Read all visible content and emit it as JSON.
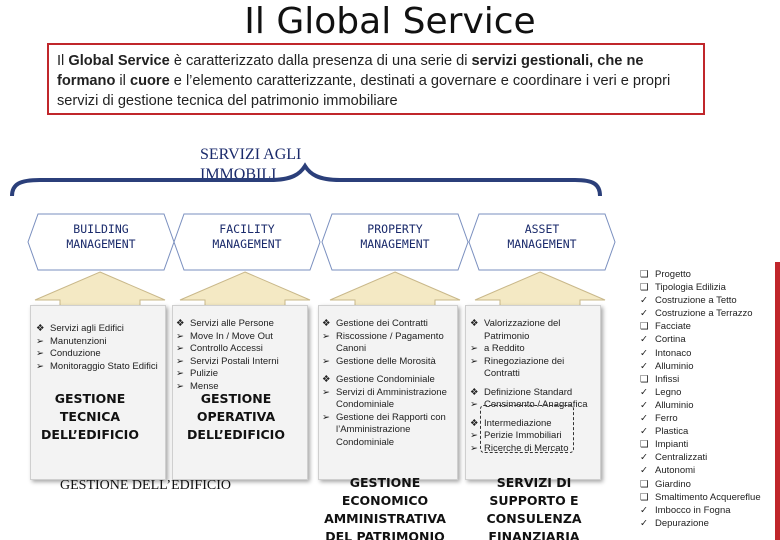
{
  "title": "Il Global Service",
  "intro": {
    "p1": "Il ",
    "b1": "Global Service",
    "p2": " è caratterizzato dalla presenza di una serie di ",
    "b2": "servizi gestionali, che ne formano",
    "p3": " il ",
    "b3": "cuore",
    "p4": " e l’elemento caratterizzante, destinati a governare e coordinare i veri e propri servizi di gestione tecnica del patrimonio immobiliare"
  },
  "servizi_label": "SERVIZI AGLI IMMOBILI",
  "managements": [
    {
      "line1": "BUILDING",
      "line2": "MANAGEMENT"
    },
    {
      "line1": "FACILITY",
      "line2": "MANAGEMENT"
    },
    {
      "line1": "PROPERTY",
      "line2": "MANAGEMENT"
    },
    {
      "line1": "ASSET",
      "line2": "MANAGEMENT"
    }
  ],
  "columns": [
    {
      "items": [
        {
          "marker": "❖",
          "text": "Servizi agli Edifici"
        },
        {
          "marker": "➢",
          "text": "Manutenzioni"
        },
        {
          "marker": "➢",
          "text": "Conduzione"
        },
        {
          "marker": "➢",
          "text": "Monitoraggio Stato Edifici"
        }
      ],
      "footer": "GESTIONE TECNICA DELL’EDIFICIO"
    },
    {
      "items": [
        {
          "marker": "❖",
          "text": "Servizi alle Persone"
        },
        {
          "marker": "➢",
          "text": "Move In / Move Out"
        },
        {
          "marker": "➢",
          "text": "Controllo Accessi"
        },
        {
          "marker": "➢",
          "text": "Servizi Postali Interni"
        },
        {
          "marker": "➢",
          "text": "Pulizie"
        },
        {
          "marker": "➢",
          "text": "Mense"
        }
      ],
      "footer": "GESTIONE OPERATIVA DELL’EDIFICIO"
    },
    {
      "items": [
        {
          "marker": "❖",
          "text": "Gestione dei Contratti"
        },
        {
          "marker": "➢",
          "text": "Riscossione / Pagamento Canoni"
        },
        {
          "marker": "➢",
          "text": "Gestione delle Morosità"
        },
        {
          "marker": "❖",
          "text": "Gestione Condominiale"
        },
        {
          "marker": "➢",
          "text": "Servizi di Amministrazione Condominiale"
        },
        {
          "marker": "➢",
          "text": "Gestione dei Rapporti con l’Amministrazione Condominiale"
        }
      ],
      "footer": "GESTIONE ECONOMICO AMMINISTRATIVA DEL PATRIMONIO"
    },
    {
      "items": [
        {
          "marker": "❖",
          "text": "Valorizzazione del Patrimonio"
        },
        {
          "marker": "➢",
          "text": "a Reddito"
        },
        {
          "marker": "➢",
          "text": "Rinegoziazione dei Contratti"
        },
        {
          "marker": "❖",
          "text": "Definizione Standard"
        },
        {
          "marker": "➢",
          "text": "Censimento / Anagrafica"
        },
        {
          "marker": "❖",
          "text": "Intermediazione"
        },
        {
          "marker": "➢",
          "text": "Perizie Immobiliari"
        },
        {
          "marker": "➢",
          "text": "Ricerche di Mercato"
        }
      ],
      "footer": "SERVIZI DI SUPPORTO E CONSULENZA FINANZIARIA"
    }
  ],
  "gestione_edificio": "GESTIONE DELL’EDIFICIO",
  "right_list": [
    {
      "marker": "❑",
      "text": "Progetto"
    },
    {
      "marker": "❑",
      "text": "Tipologia Edilizia"
    },
    {
      "marker": "✓",
      "text": "Costruzione a Tetto"
    },
    {
      "marker": "✓",
      "text": "Costruzione a Terrazzo"
    },
    {
      "marker": "❑",
      "text": "Facciate"
    },
    {
      "marker": "✓",
      "text": "Cortina"
    },
    {
      "marker": "✓",
      "text": "Intonaco"
    },
    {
      "marker": "✓",
      "text": "Alluminio"
    },
    {
      "marker": "❑",
      "text": "Infissi"
    },
    {
      "marker": "✓",
      "text": "Legno"
    },
    {
      "marker": "✓",
      "text": "Alluminio"
    },
    {
      "marker": "✓",
      "text": "Ferro"
    },
    {
      "marker": "✓",
      "text": "Plastica"
    },
    {
      "marker": "❑",
      "text": "Impianti"
    },
    {
      "marker": "✓",
      "text": "Centralizzati"
    },
    {
      "marker": "✓",
      "text": "Autonomi"
    },
    {
      "marker": "❑",
      "text": "Giardino"
    },
    {
      "marker": "❑",
      "text": "Smaltimento Acquereflue"
    },
    {
      "marker": "✓",
      "text": "Imbocco in Fogna"
    },
    {
      "marker": "✓",
      "text": "Depurazione"
    }
  ],
  "colors": {
    "accent": "#c0262b",
    "navy": "#1a2a6b",
    "arrow": "#f4e9c4"
  }
}
